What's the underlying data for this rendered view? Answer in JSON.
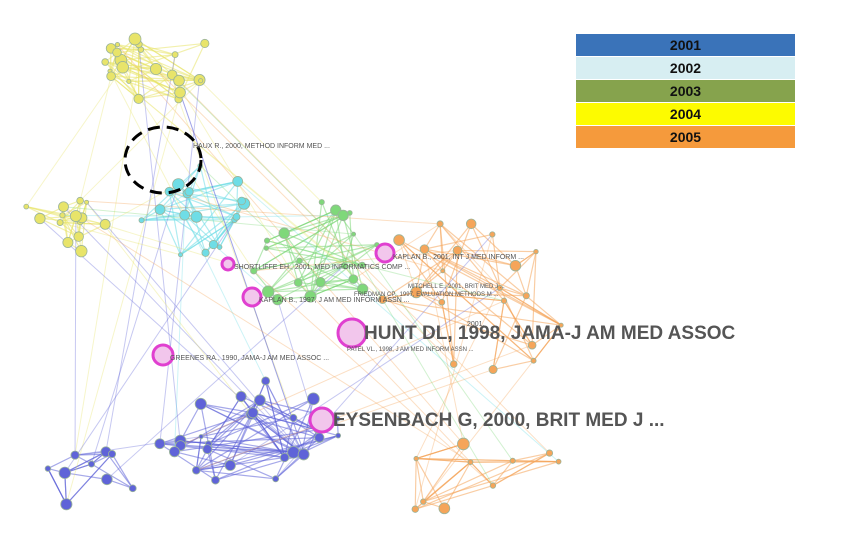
{
  "legend": [
    {
      "year": "2001",
      "color": "#3a73b9"
    },
    {
      "year": "2002",
      "color": "#d7eef2"
    },
    {
      "year": "2003",
      "color": "#86a34d"
    },
    {
      "year": "2004",
      "color": "#fdfb00"
    },
    {
      "year": "2005",
      "color": "#f59a3c"
    }
  ],
  "labels": {
    "haux": "HAUX R., 2000, METHOD INFORM MED ...",
    "kaplan2001": "KAPLAN B., 2001, INT J MED INFORM ...",
    "shortliffe": "SHORTLIFFE EH., 2001, MED INFORMATICS COMP ...",
    "mitchell": "MITCHELL E., 2001, BRIT MED J ...",
    "friedman": "FRIEDMAN CP., 1997, EVALUATION METHODS M ...",
    "kaplan1997": "KAPLAN B., 1997, J AM MED INFORM ASSN ...",
    "hunt": "HUNT DL, 1998, JAMA-J AM MED ASSOC",
    "hunt_overlap": "2001,",
    "patel": "PATEL VL., 1998, J AM MED INFORM ASSN ...",
    "greenes": "GREENES RA., 1990, JAMA-J AM MED ASSOC ...",
    "eysenbach": "EYSENBACH G, 2000, BRIT MED J ..."
  },
  "colors": {
    "cluster_2004": "#e8e46a",
    "cluster_2002": "#6fdde6",
    "cluster_2003": "#7fd87a",
    "cluster_2001": "#5f63d8",
    "cluster_2005": "#f5a55a",
    "highlight_ring": "#e040d0"
  }
}
